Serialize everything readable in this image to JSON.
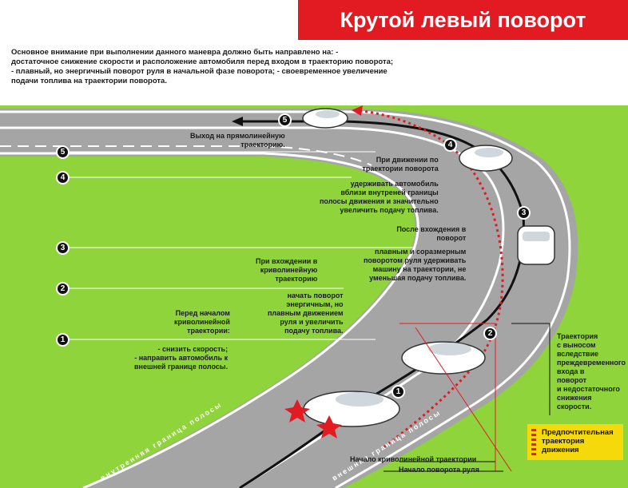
{
  "title": "Крутой левый поворот",
  "intro_lines": [
    "Основное внимание при выполнении данного маневра должно быть направлено на: -",
    "достаточное снижение скорости и расположение автомобиля перед входом в траекторию поворота;",
    "- плавный, но энергичный поворот руля в начальной фазе поворота; - своевременное увеличение",
    "подачи топлива на траектории поворота."
  ],
  "steps": [
    "1",
    "2",
    "3",
    "4",
    "5"
  ],
  "annotations": {
    "exit": [
      "Выход на прямолинейную",
      "траекторию."
    ],
    "on_curve_head": [
      "При движении по",
      "траектории поворота"
    ],
    "on_curve_body": [
      "удерживать автомобиль",
      "вблизи внутреней границы",
      "полосы движения и значительно",
      "увеличить подачу топлива."
    ],
    "after_entry_head": [
      "После вхождения в",
      "поворот"
    ],
    "after_entry_body": [
      "плавным и соразмерным",
      "поворотом руля удерживать",
      "машину на траектории, не",
      "уменьшая подачу топлива."
    ],
    "on_entry_head": [
      "При вхождении в",
      "криволинейную",
      "траекторию"
    ],
    "on_entry_body": [
      "начать поворот",
      "энергичным, но",
      "плавным движением",
      "руля и увеличить",
      "подачу топлива."
    ],
    "before_head": [
      "Перед началом",
      "криволинейной",
      "траектории:"
    ],
    "before_body": [
      "- снизить скорость;",
      "- направить автомобиль к",
      "внешней границе полосы."
    ],
    "late_entry": [
      "Траектория",
      "с выносом",
      "вследствие",
      "преждевременного",
      "входа в",
      "поворот",
      "и недостаточного",
      "снижения",
      "скорости."
    ],
    "start_curve": "Начало криволинейной траектории",
    "start_turn": "Начало поворота руля"
  },
  "road_labels": {
    "inner": "внутренняя граница полосы",
    "outer": "внешняя граница полосы"
  },
  "legend": [
    "Предпочтительная",
    "траектория",
    "движения"
  ],
  "colors": {
    "accent_red": "#e21b23",
    "grass": "#8ed43a",
    "road": "#a5a5a5",
    "legend_bg": "#f5d90a"
  }
}
